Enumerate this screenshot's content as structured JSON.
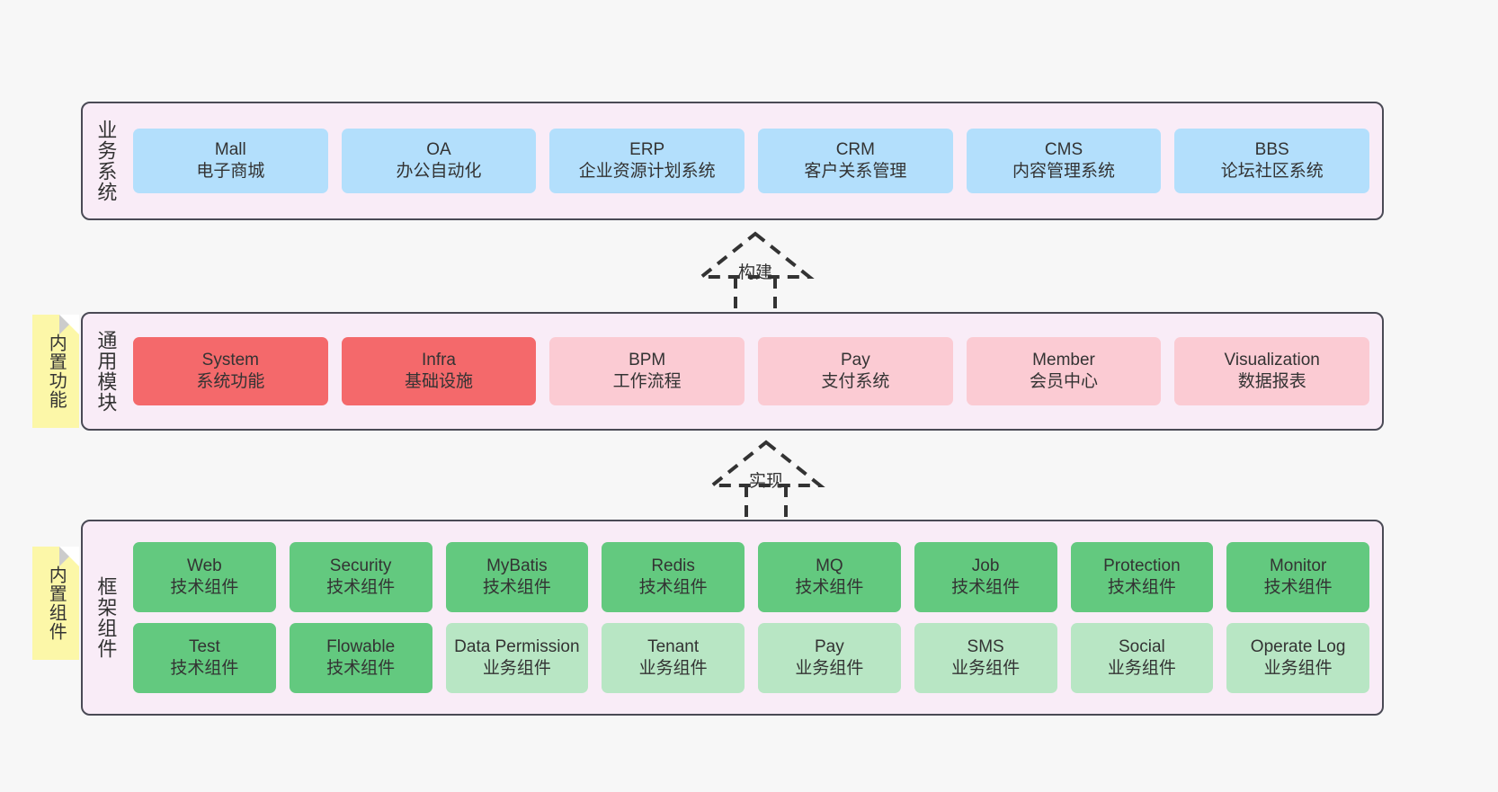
{
  "layers": [
    {
      "id": "business",
      "title": "业务系统",
      "color_class": "c-blue",
      "rows": [
        [
          {
            "en": "Mall",
            "cn": "电子商城"
          },
          {
            "en": "OA",
            "cn": "办公自动化"
          },
          {
            "en": "ERP",
            "cn": "企业资源计划系统"
          },
          {
            "en": "CRM",
            "cn": "客户关系管理"
          },
          {
            "en": "CMS",
            "cn": "内容管理系统"
          },
          {
            "en": "BBS",
            "cn": "论坛社区系统"
          }
        ]
      ]
    },
    {
      "id": "modules",
      "title": "通用模块",
      "rows": [
        [
          {
            "en": "System",
            "cn": "系统功能",
            "color_class": "c-red"
          },
          {
            "en": "Infra",
            "cn": "基础设施",
            "color_class": "c-red"
          },
          {
            "en": "BPM",
            "cn": "工作流程",
            "color_class": "c-pink"
          },
          {
            "en": "Pay",
            "cn": "支付系统",
            "color_class": "c-pink"
          },
          {
            "en": "Member",
            "cn": "会员中心",
            "color_class": "c-pink"
          },
          {
            "en": "Visualization",
            "cn": "数据报表",
            "color_class": "c-pink"
          }
        ]
      ]
    },
    {
      "id": "framework",
      "title": "框架组件",
      "rows": [
        [
          {
            "en": "Web",
            "cn": "技术组件",
            "color_class": "c-green"
          },
          {
            "en": "Security",
            "cn": "技术组件",
            "color_class": "c-green"
          },
          {
            "en": "MyBatis",
            "cn": "技术组件",
            "color_class": "c-green"
          },
          {
            "en": "Redis",
            "cn": "技术组件",
            "color_class": "c-green"
          },
          {
            "en": "MQ",
            "cn": "技术组件",
            "color_class": "c-green"
          },
          {
            "en": "Job",
            "cn": "技术组件",
            "color_class": "c-green"
          },
          {
            "en": "Protection",
            "cn": "技术组件",
            "color_class": "c-green"
          },
          {
            "en": "Monitor",
            "cn": "技术组件",
            "color_class": "c-green"
          }
        ],
        [
          {
            "en": "Test",
            "cn": "技术组件",
            "color_class": "c-green"
          },
          {
            "en": "Flowable",
            "cn": "技术组件",
            "color_class": "c-green"
          },
          {
            "en": "Data Permission",
            "cn": "业务组件",
            "color_class": "c-green-light"
          },
          {
            "en": "Tenant",
            "cn": "业务组件",
            "color_class": "c-green-light"
          },
          {
            "en": "Pay",
            "cn": "业务组件",
            "color_class": "c-green-light"
          },
          {
            "en": "SMS",
            "cn": "业务组件",
            "color_class": "c-green-light"
          },
          {
            "en": "Social",
            "cn": "业务组件",
            "color_class": "c-green-light"
          },
          {
            "en": "Operate Log",
            "cn": "业务组件",
            "color_class": "c-green-light"
          }
        ]
      ]
    }
  ],
  "sticky_notes": [
    {
      "id": "builtin-function",
      "label": "内置功能"
    },
    {
      "id": "builtin-component",
      "label": "内置组件"
    }
  ],
  "connectors": [
    {
      "id": "build",
      "label": "构建"
    },
    {
      "id": "impl",
      "label": "实现"
    }
  ],
  "colors": {
    "canvas_background": "#f7f7f7",
    "layer_background": "#f9ecf7",
    "layer_border": "#4a4a55",
    "business_card": "#b3dffc",
    "module_core": "#f4696b",
    "module_optional": "#fbcbd3",
    "tech_component": "#63c97f",
    "business_component": "#b8e6c4",
    "sticky_note": "#fcf7a8",
    "connector_line": "#333333",
    "text": "#333333"
  }
}
